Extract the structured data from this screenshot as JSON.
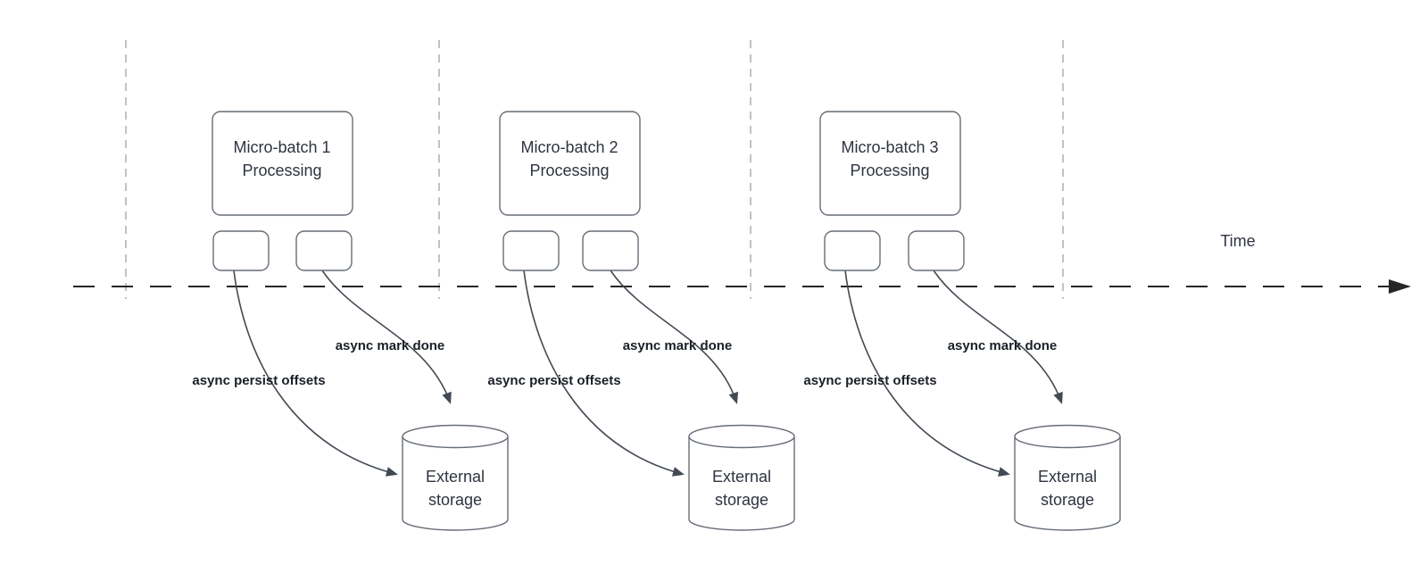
{
  "colors": {
    "background": "#ffffff",
    "shape_stroke": "#666d77",
    "connector": "#434a54",
    "text": "#2e3440",
    "label_text": "#1a1f28",
    "timeline": "#262626",
    "guide_line": "#b3b3b3"
  },
  "timeline": {
    "label": "Time"
  },
  "groups": [
    {
      "title_line1": "Micro-batch 1",
      "title_line2": "Processing",
      "persist_label": "async persist offsets",
      "done_label": "async mark done",
      "storage_line1": "External",
      "storage_line2": "storage"
    },
    {
      "title_line1": "Micro-batch 2",
      "title_line2": "Processing",
      "persist_label": "async persist offsets",
      "done_label": "async mark done",
      "storage_line1": "External",
      "storage_line2": "storage"
    },
    {
      "title_line1": "Micro-batch 3",
      "title_line2": "Processing",
      "persist_label": "async persist offsets",
      "done_label": "async mark done",
      "storage_line1": "External",
      "storage_line2": "storage"
    }
  ]
}
